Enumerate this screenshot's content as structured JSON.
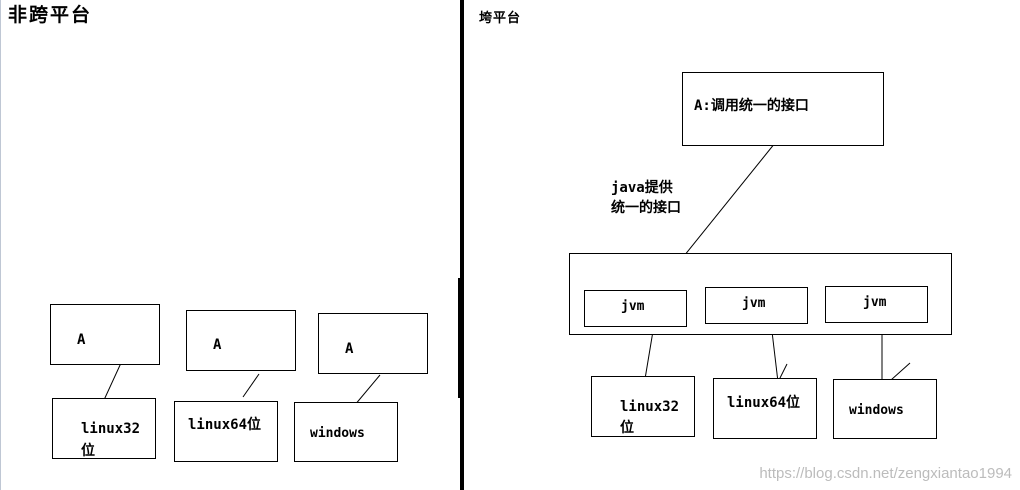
{
  "left": {
    "title": "非跨平台",
    "apps": [
      {
        "label": "A"
      },
      {
        "label": "A"
      },
      {
        "label": "A"
      }
    ],
    "platforms": [
      {
        "line1": "linux32",
        "line2": "位"
      },
      {
        "line1": "linux64位",
        "line2": ""
      },
      {
        "line1": "windows",
        "line2": ""
      }
    ]
  },
  "right": {
    "title": "垮平台",
    "interface_box": "A:调用统一的接口",
    "java_note_line1": "java提供",
    "java_note_line2": "统一的接口",
    "jvms": [
      {
        "label": "jvm"
      },
      {
        "label": "jvm"
      },
      {
        "label": "jvm"
      }
    ],
    "platforms": [
      {
        "line1": "linux32",
        "line2": "位"
      },
      {
        "line1": "linux64位",
        "line2": ""
      },
      {
        "line1": "windows",
        "line2": ""
      }
    ]
  },
  "watermark": "https://blog.csdn.net/zengxiantao1994",
  "colors": {
    "ink": "#000000",
    "background": "#ffffff",
    "watermark": "#bcbcbc"
  }
}
